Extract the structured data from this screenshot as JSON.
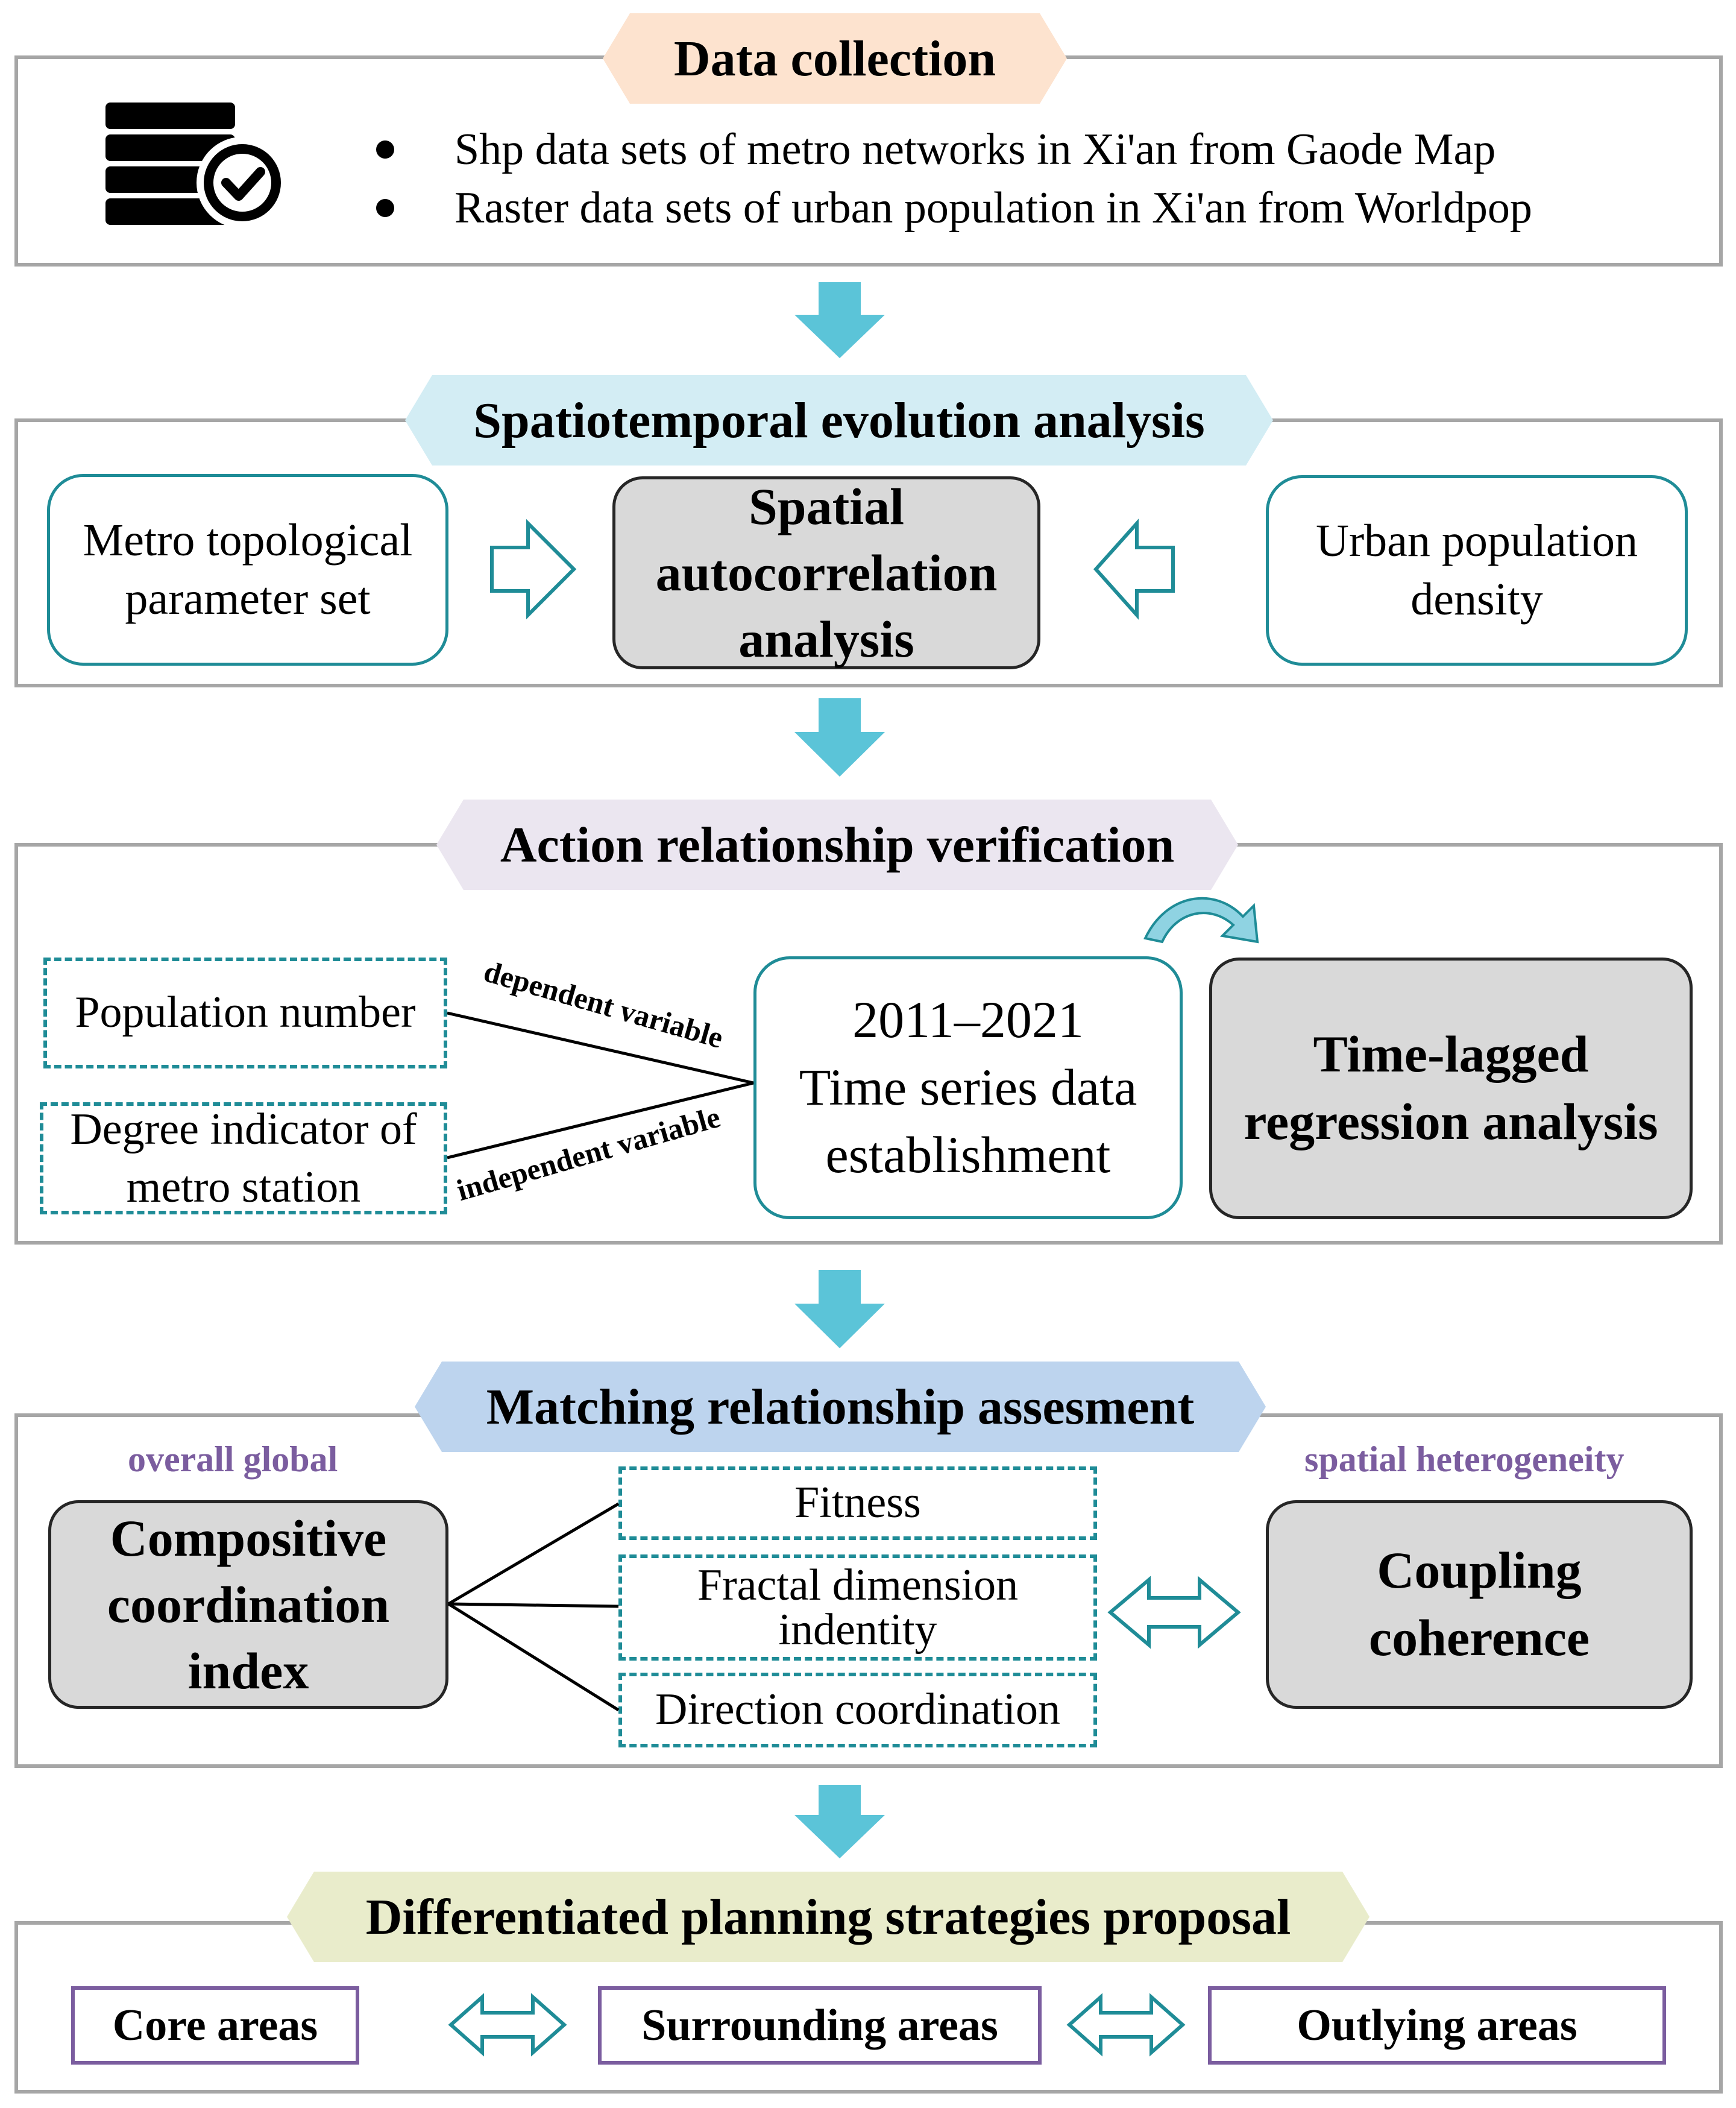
{
  "colors": {
    "section_border": "#a6a6a6",
    "teal": "#1f8c97",
    "arrow_fill": "#5bc4d8",
    "gray_fill": "#d9d9d9",
    "purple": "#7b5d9f",
    "tag_data": "#fde3cf",
    "tag_spatio": "#d3edf4",
    "tag_action": "#ebe6f0",
    "tag_matching": "#bdd4ee",
    "tag_diff": "#e9eccb"
  },
  "data_collection": {
    "title": "Data collection",
    "icon": "database-check-icon",
    "bullets": [
      "Shp data sets of metro networks in Xi'an  from Gaode Map",
      "Raster data sets of urban population in Xi'an from Worldpop"
    ]
  },
  "spatiotemporal": {
    "title": "Spatiotemporal evolution  analysis",
    "left_box": [
      "Metro topological",
      "parameter set"
    ],
    "center_box": [
      "Spatial",
      "autocorrelation",
      "analysis"
    ],
    "right_box": [
      "Urban population",
      "density"
    ]
  },
  "action": {
    "title": "Action relationship verification",
    "population_number": "Population number",
    "degree_indicator": [
      "Degree indicator of",
      "metro station"
    ],
    "dependent_label": "dependent variable",
    "independent_label": "independent variable",
    "time_series": [
      "2011–2021",
      "Time series data",
      "establishment"
    ],
    "regression": [
      "Time-lagged",
      "regression analysis"
    ]
  },
  "matching": {
    "title": "Matching relationship assesment",
    "overall_global": "overall global",
    "spatial_heterogeneity": "spatial heterogeneity",
    "compositive": [
      "Compositive",
      "coordination",
      "index"
    ],
    "fitness": "Fitness",
    "fractal": [
      "Fractal dimension",
      "indentity"
    ],
    "direction": "Direction coordination",
    "coupling": [
      "Coupling",
      "coherence"
    ]
  },
  "differentiated": {
    "title": "Differentiated planning strategies proposal",
    "core": "Core areas",
    "surrounding": "Surrounding areas",
    "outlying": "Outlying areas"
  }
}
